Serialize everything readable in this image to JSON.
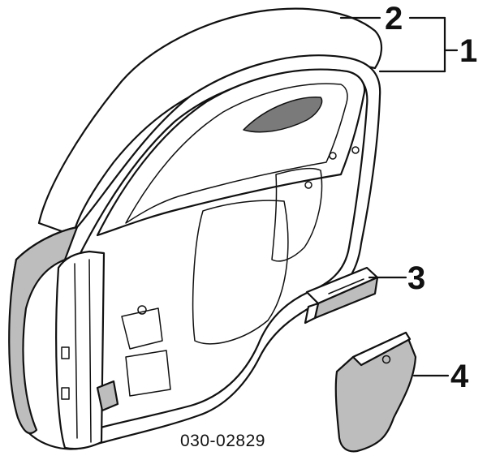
{
  "callouts": {
    "c1": "1",
    "c2": "2",
    "c3": "3",
    "c4": "4"
  },
  "part_number": "030-02829",
  "colors": {
    "ink": "#111111",
    "background": "#ffffff",
    "shade": "#bdbdbd"
  }
}
